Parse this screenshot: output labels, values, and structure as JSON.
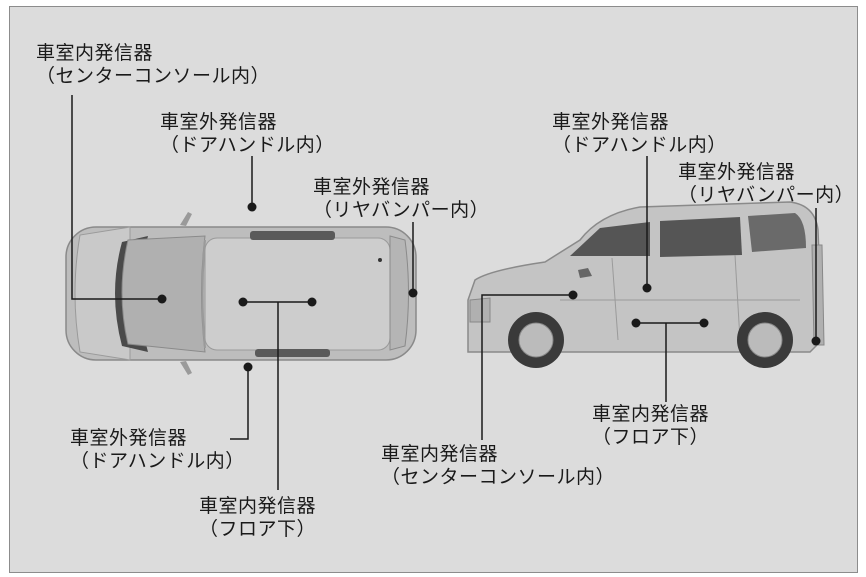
{
  "labels": {
    "top_interior_console": {
      "line1": "車室内発信器",
      "line2": "（センターコンソール内）"
    },
    "top_exterior_door_upper": {
      "line1": "車室外発信器",
      "line2": "（ドアハンドル内）"
    },
    "top_exterior_rear": {
      "line1": "車室外発信器",
      "line2": "（リヤバンパー内）"
    },
    "top_exterior_door_lower": {
      "line1": "車室外発信器",
      "line2": "（ドアハンドル内）"
    },
    "top_interior_floor": {
      "line1": "車室内発信器",
      "line2": "（フロア下）"
    },
    "side_exterior_door": {
      "line1": "車室外発信器",
      "line2": "（ドアハンドル内）"
    },
    "side_exterior_rear": {
      "line1": "車室外発信器",
      "line2": "（リヤバンパー内）"
    },
    "side_interior_floor": {
      "line1": "車室内発信器",
      "line2": "（フロア下）"
    },
    "side_interior_console": {
      "line1": "車室内発信器",
      "line2": "（センターコンソール内）"
    }
  },
  "colors": {
    "background": "#dcdcdc",
    "car_body": "#c4c4c4",
    "leader_line": "#1a1a1a"
  }
}
